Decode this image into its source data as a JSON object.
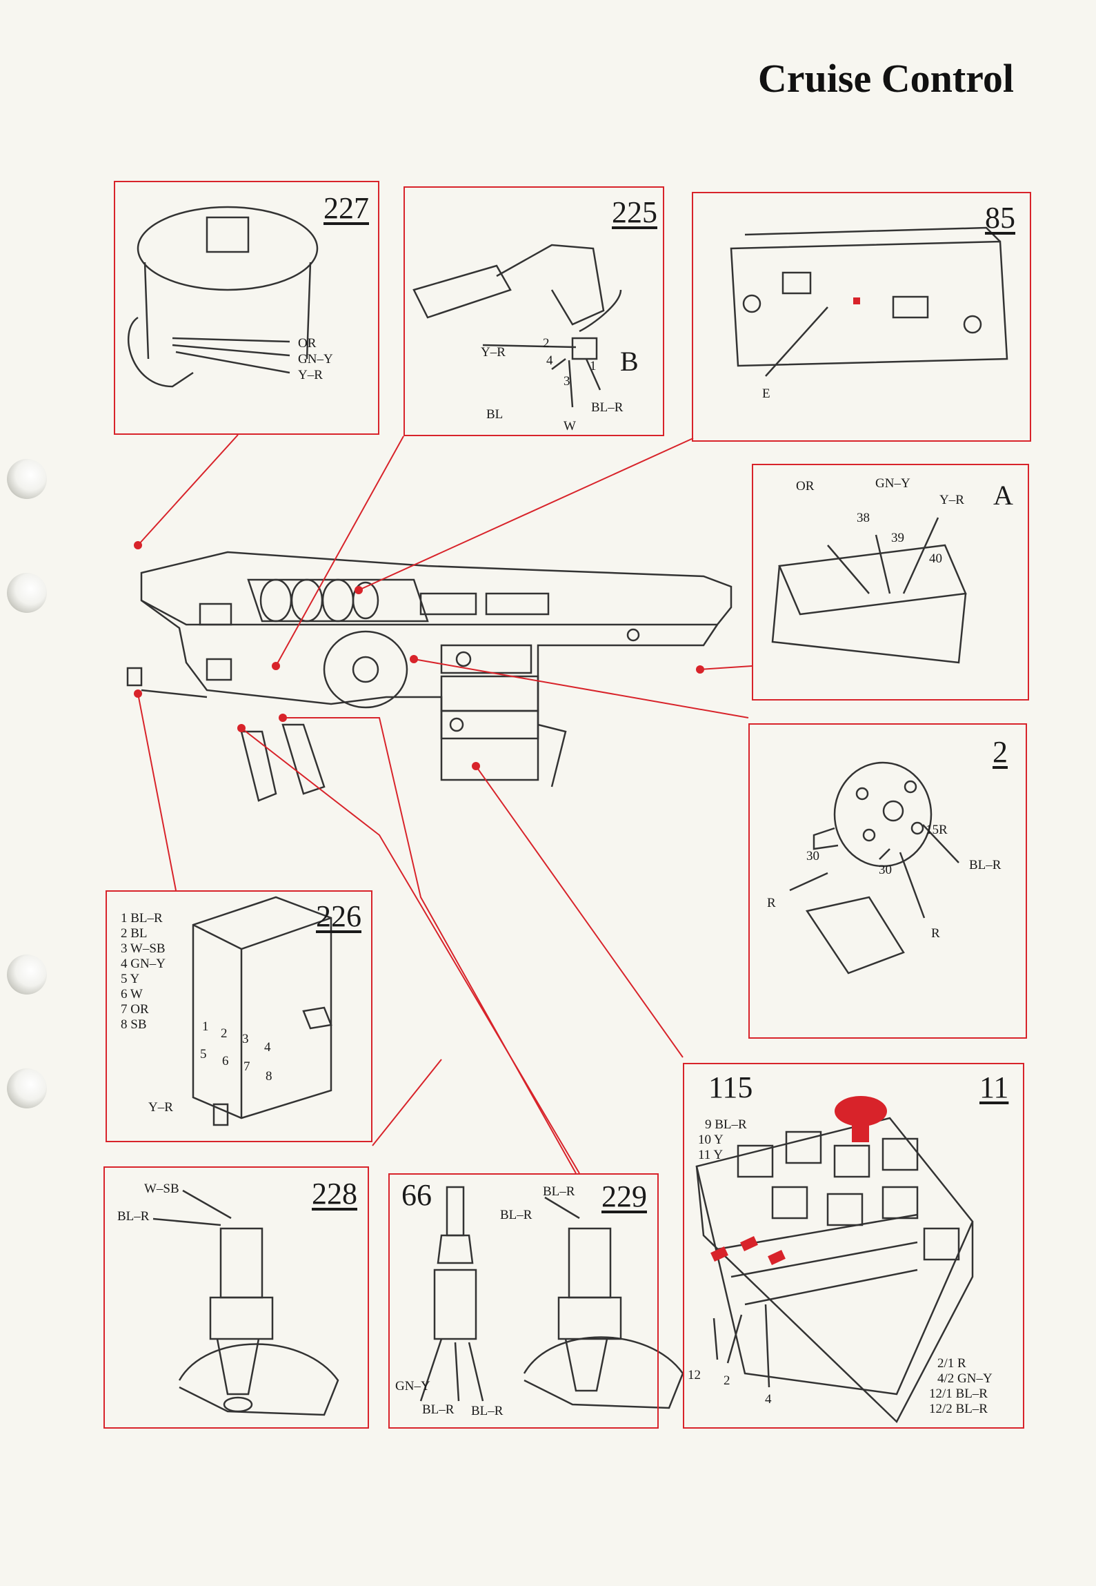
{
  "title": "Cruise Control",
  "panels": {
    "p227": {
      "number": "227",
      "wires": [
        "OR",
        "GN–Y",
        "Y–R"
      ]
    },
    "p225": {
      "number": "225",
      "letter": "B",
      "pins": [
        "2",
        "4",
        "1",
        "3"
      ],
      "wires": [
        "Y–R",
        "BL",
        "W",
        "BL–R"
      ]
    },
    "p85": {
      "number": "85",
      "callout": "E"
    },
    "pA": {
      "letter": "A",
      "wires": [
        "OR",
        "GN–Y",
        "Y–R"
      ],
      "pins": [
        "38",
        "39",
        "40"
      ]
    },
    "p2": {
      "number": "2",
      "labels": [
        "15R",
        "BL–R",
        "30",
        "30",
        "R",
        "R"
      ]
    },
    "p226": {
      "number": "226",
      "pinout": [
        "1 BL–R",
        "2 BL",
        "3 W–SB",
        "4 GN–Y",
        "5 Y",
        "6 W",
        "7 OR",
        "8 SB"
      ],
      "pins": [
        "1",
        "2",
        "3",
        "4",
        "5",
        "6",
        "7",
        "8"
      ],
      "wire": "Y–R"
    },
    "p228": {
      "number": "228",
      "wires": [
        "W–SB",
        "BL–R"
      ]
    },
    "p229": {
      "number_left": "66",
      "number_right": "229",
      "wires": [
        "BL–R",
        "BL–R",
        "GN–Y",
        "BL–R",
        "BL–R"
      ]
    },
    "p11": {
      "number_left": "115",
      "number_right": "11",
      "top_list": [
        "9  BL–R",
        "10  Y",
        "11  Y"
      ],
      "callouts": [
        "12",
        "2",
        "4"
      ],
      "bottom_list": [
        "2/1  R",
        "4/2  GN–Y",
        "12/1  BL–R",
        "12/2  BL–R"
      ]
    }
  },
  "colors": {
    "accent": "#d8232a",
    "line": "#333333"
  }
}
